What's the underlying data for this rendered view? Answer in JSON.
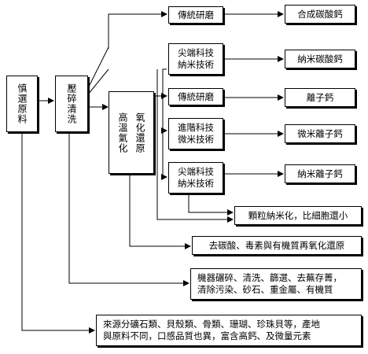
{
  "nodes": {
    "raw_material": "慎選原料",
    "crush_wash": "壓碎清洗",
    "high_temp_col1": "氧化還原",
    "high_temp_col2": "高溫氣化",
    "traditional_grind_1": "傳統研磨",
    "synthetic_calcium_carbonate": "合成碳酸鈣",
    "nano_tech_line1": "尖端科技",
    "nano_tech_line2": "納米技術",
    "nano_calcium_carbonate": "納米碳酸鈣",
    "traditional_grind_2": "傳統研磨",
    "ionic_calcium": "離子鈣",
    "advanced_tech_line1": "進階科技",
    "advanced_tech_line2": "微米技術",
    "micro_ionic_calcium": "微米離子鈣",
    "nano_tech2_line1": "尖端科技",
    "nano_tech2_line2": "納米技術",
    "nano_ionic_calcium": "納米離子鈣",
    "note_particle": "顆粒納米化，比細胞還小",
    "note_reduction": "去碳酸、毒素與有機質再氧化還原",
    "note_machine_line1": "機器碾碎、清洗、篩選、去蕪存菁，",
    "note_machine_line2": "清除污染、砂石、重金屬、有機質",
    "note_source_line1": "來源分礦石類、貝殼類、骨類、珊瑚、珍珠貝等，產地",
    "note_source_line2": "與原料不同，口感品質也異，富含高鈣、及微量元素"
  }
}
